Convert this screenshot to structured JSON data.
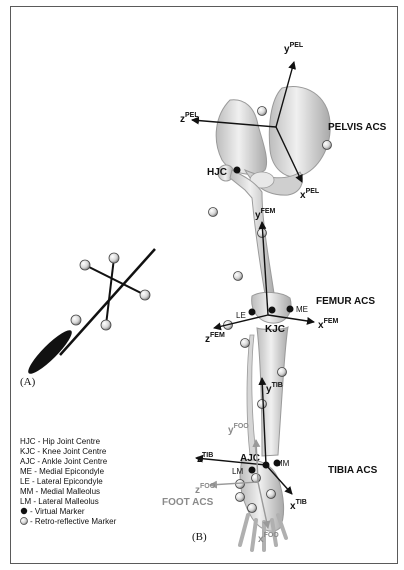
{
  "panels": {
    "a": "(A)",
    "b": "(B)"
  },
  "acs_labels": {
    "pelvis": "PELVIS ACS",
    "femur": "FEMUR ACS",
    "tibia": "TIBIA ACS",
    "foot": "FOOT ACS"
  },
  "joints": {
    "hjc": "HJC",
    "kjc": "KJC",
    "ajc": "AJC"
  },
  "landmarks": {
    "le": "LE",
    "me": "ME",
    "lm": "LM",
    "mm": "MM"
  },
  "axes": {
    "pelvis": {
      "y": "y",
      "y_sup": "PEL",
      "z": "z",
      "z_sup": "PEL",
      "x": "x",
      "x_sup": "PEL"
    },
    "femur": {
      "y": "y",
      "y_sup": "FEM",
      "z": "z",
      "z_sup": "FEM",
      "x": "x",
      "x_sup": "FEM"
    },
    "tibia": {
      "y": "y",
      "y_sup": "TIB",
      "z": "z",
      "z_sup": "TIB",
      "x": "x",
      "x_sup": "TIB"
    },
    "foot": {
      "y": "y",
      "y_sup": "FOO",
      "z": "z",
      "z_sup": "FOO",
      "x": "x",
      "x_sup": "FOO"
    }
  },
  "legend": [
    {
      "text": "HJC - Hip Joint Centre"
    },
    {
      "text": "KJC - Knee Joint Centre"
    },
    {
      "text": "AJC - Ankle Joint Centre"
    },
    {
      "text": "ME - Medial Epicondyle"
    },
    {
      "text": "LE - Lateral Epicondyle"
    },
    {
      "text": "MM - Medial Malleolus"
    },
    {
      "text": "LM - Lateral Malleolus"
    },
    {
      "text": "- Virtual Marker"
    },
    {
      "text": "- Retro-reflective Marker"
    }
  ],
  "colors": {
    "bone": "#dcdcdc",
    "bone_edge": "#9a9a9a",
    "axis": "#111111",
    "foot_axis": "#9a9a9a"
  }
}
